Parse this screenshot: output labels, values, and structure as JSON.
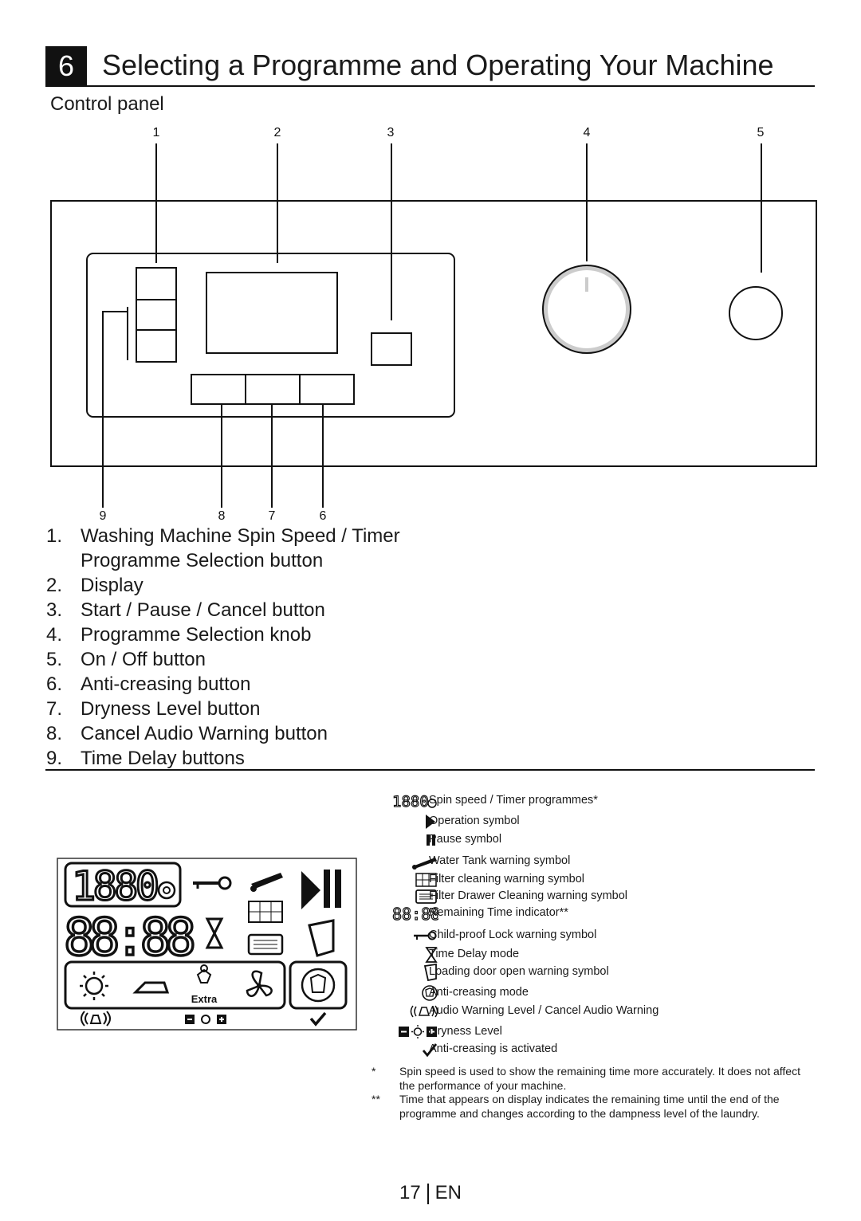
{
  "section": {
    "number": "6",
    "title": "Selecting a Programme and Operating Your Machine"
  },
  "subheading": "Control panel",
  "diagram_callouts": {
    "top": [
      "1",
      "2",
      "3",
      "4",
      "5"
    ],
    "bottom": [
      "9",
      "8",
      "7",
      "6"
    ]
  },
  "parts": [
    {
      "num": "1.",
      "label": "Washing Machine Spin Speed / Timer",
      "label2": "Programme Selection button"
    },
    {
      "num": "2.",
      "label": "Display"
    },
    {
      "num": "3.",
      "label": "Start / Pause / Cancel button"
    },
    {
      "num": "4.",
      "label": "Programme Selection knob"
    },
    {
      "num": "5.",
      "label": "On / Off button"
    },
    {
      "num": "6.",
      "label": "Anti-creasing button"
    },
    {
      "num": "7.",
      "label": "Dryness Level button"
    },
    {
      "num": "8.",
      "label": "Cancel Audio Warning button"
    },
    {
      "num": "9.",
      "label": "Time Delay buttons"
    }
  ],
  "display_panel": {
    "digits_top": "1880",
    "digits_bottom": "88:88",
    "extra_label": "Extra"
  },
  "symbols": [
    {
      "icon": "spin-speed-icon",
      "label": "Spin speed / Timer programmes*"
    },
    {
      "icon": "play-icon",
      "label": "Operation symbol"
    },
    {
      "icon": "pause-icon",
      "label": "Pause symbol"
    },
    {
      "icon": "water-tank-icon",
      "label": "Water Tank warning symbol"
    },
    {
      "icon": "filter-icon",
      "label": "Filter cleaning warning symbol"
    },
    {
      "icon": "filter-drawer-icon",
      "label": "Filter Drawer Cleaning warning symbol"
    },
    {
      "icon": "remaining-time-icon",
      "label": "Remaining Time indicator**"
    },
    {
      "icon": "key-icon",
      "label": "Child-proof Lock warning symbol"
    },
    {
      "icon": "hourglass-icon",
      "label": "Time Delay mode"
    },
    {
      "icon": "door-icon",
      "label": "Loading door open warning symbol"
    },
    {
      "icon": "anti-crease-icon",
      "label": "Anti-creasing mode"
    },
    {
      "icon": "bell-icon",
      "label": "Audio Warning Level / Cancel Audio Warning"
    },
    {
      "icon": "dryness-icon",
      "label": "Dryness Level"
    },
    {
      "icon": "check-icon",
      "label": "Anti-creasing is activated"
    }
  ],
  "notes": [
    {
      "mark": "*",
      "text": "Spin speed is used to show the remaining time more accurately. It does not affect the performance of your machine."
    },
    {
      "mark": "**",
      "text": "Time that appears on display indicates the remaining time until the end of the programme and changes according to the dampness level of the laundry."
    }
  ],
  "footer": {
    "page": "17",
    "lang": "EN"
  }
}
